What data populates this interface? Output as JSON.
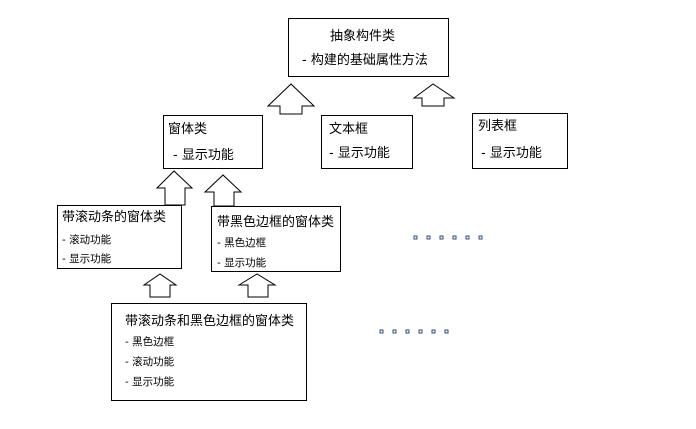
{
  "diagram": {
    "nodes": {
      "abstract": {
        "title": "抽象构件类",
        "items": [
          "- 构建的基础属性方法"
        ]
      },
      "window": {
        "title": "窗体类",
        "items": [
          "- 显示功能"
        ]
      },
      "textbox": {
        "title": "文本框",
        "items": [
          "- 显示功能"
        ]
      },
      "listbox": {
        "title": "列表框",
        "items": [
          "- 显示功能"
        ]
      },
      "scroll_window": {
        "title": "带滚动条的窗体类",
        "items": [
          "- 滚动功能",
          "- 显示功能"
        ]
      },
      "border_window": {
        "title": "带黑色边框的窗体类",
        "items": [
          "- 黑色边框",
          "- 显示功能"
        ]
      },
      "scroll_border_window": {
        "title": "带滚动条和黑色边框的窗体类",
        "items": [
          "- 黑色边框",
          "- 滚动功能",
          "- 显示功能"
        ]
      }
    },
    "ellipsis": [
      "。。。。。。",
      "。。。。。。"
    ],
    "edges": [
      {
        "from": "window",
        "to": "abstract"
      },
      {
        "from": "textbox",
        "to": "abstract"
      },
      {
        "from": "scroll_window",
        "to": "window"
      },
      {
        "from": "border_window",
        "to": "window"
      },
      {
        "from": "scroll_border_window",
        "to": "scroll_window"
      },
      {
        "from": "scroll_border_window",
        "to": "border_window"
      }
    ]
  }
}
